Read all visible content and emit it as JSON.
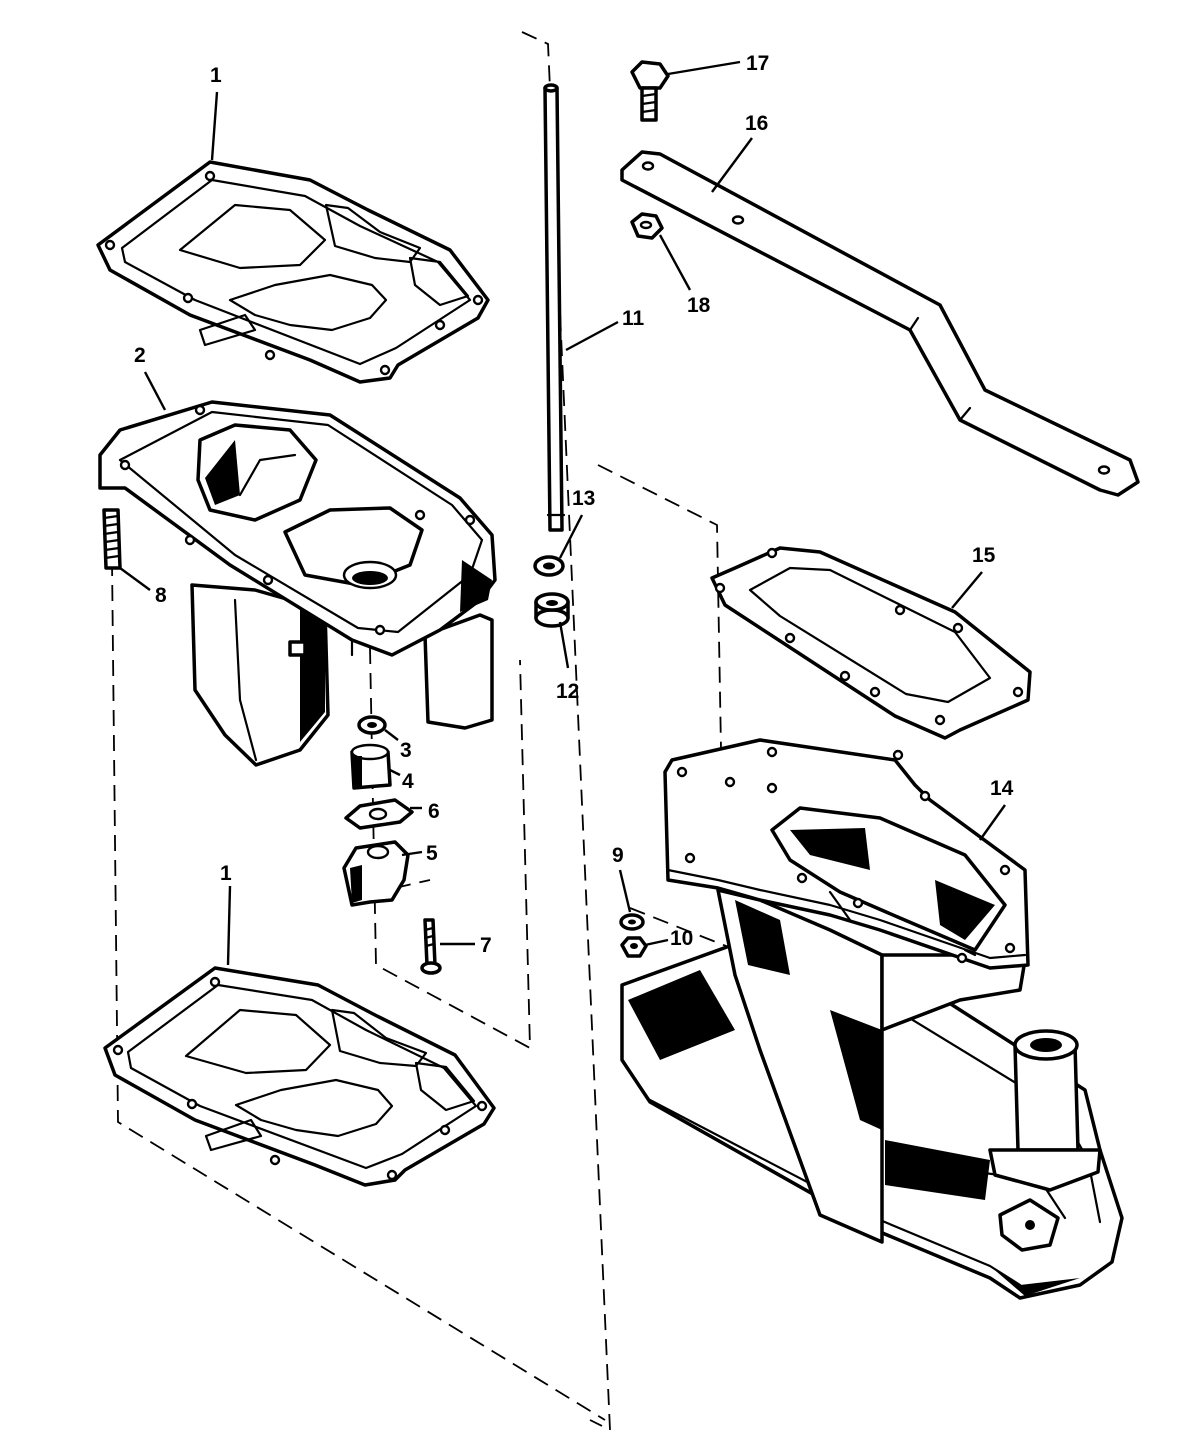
{
  "callouts": [
    {
      "id": "label-1-top",
      "text": "1"
    },
    {
      "id": "label-2",
      "text": "2"
    },
    {
      "id": "label-3",
      "text": "3"
    },
    {
      "id": "label-4",
      "text": "4"
    },
    {
      "id": "label-5",
      "text": "5"
    },
    {
      "id": "label-6",
      "text": "6"
    },
    {
      "id": "label-7",
      "text": "7"
    },
    {
      "id": "label-8",
      "text": "8"
    },
    {
      "id": "label-1-bottom",
      "text": "1"
    },
    {
      "id": "label-9",
      "text": "9"
    },
    {
      "id": "label-10",
      "text": "10"
    },
    {
      "id": "label-11",
      "text": "11"
    },
    {
      "id": "label-12",
      "text": "12"
    },
    {
      "id": "label-13",
      "text": "13"
    },
    {
      "id": "label-14",
      "text": "14"
    },
    {
      "id": "label-15",
      "text": "15"
    },
    {
      "id": "label-16",
      "text": "16"
    },
    {
      "id": "label-17",
      "text": "17"
    },
    {
      "id": "label-18",
      "text": "18"
    }
  ],
  "colors": {
    "line": "#000000",
    "background": "#ffffff"
  }
}
